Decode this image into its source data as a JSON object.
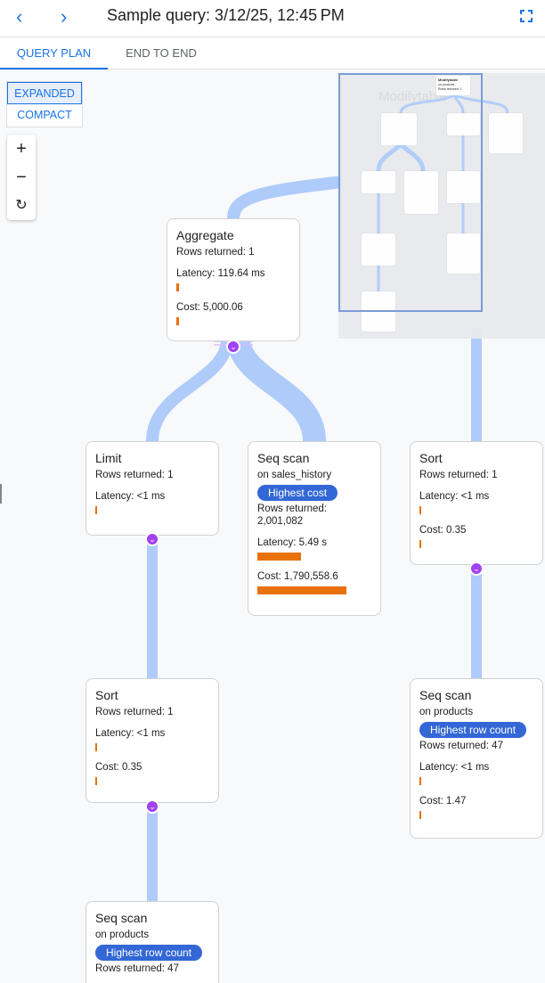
{
  "header": {
    "title": "Sample query: 3/12/25, 12:45 PM",
    "back_icon": "chevron-left-icon",
    "forward_icon": "chevron-right-icon",
    "fullscreen_icon": "fullscreen-icon"
  },
  "tabs": [
    {
      "label": "QUERY PLAN",
      "active": true
    },
    {
      "label": "END TO END",
      "active": false
    }
  ],
  "view_toggle": {
    "options": [
      "EXPANDED",
      "COMPACT"
    ],
    "selected": "EXPANDED"
  },
  "zoom_controls": {
    "zoom_in": "+",
    "zoom_out": "−",
    "reset": "↻"
  },
  "colors": {
    "accent": "#1a73e8",
    "badge": "#3367d6",
    "bar": "#e8710a",
    "edge": "#aecbfa",
    "expand": "#a142f4"
  },
  "nodes": {
    "aggregate": {
      "title": "Aggregate",
      "rows": "Rows returned: 1",
      "latency": "Latency: 119.64 ms",
      "latency_fraction": 0.03,
      "cost": "Cost: 5,000.06",
      "cost_fraction": 0.03
    },
    "limit": {
      "title": "Limit",
      "rows": "Rows returned: 1",
      "latency": "Latency: <1 ms",
      "latency_fraction": 0.02
    },
    "seq_sales": {
      "title": "Seq scan",
      "on": "on sales_history",
      "badge": "Highest cost",
      "rows_label": "Rows returned:",
      "rows_value": "2,001,082",
      "latency": "Latency: 5.49 s",
      "latency_fraction": 0.49,
      "cost": "Cost: 1,790,558.6",
      "cost_fraction": 1.0
    },
    "sort_right": {
      "title": "Sort",
      "rows": "Rows returned: 1",
      "latency": "Latency: <1 ms",
      "latency_fraction": 0.02,
      "cost": "Cost: 0.35",
      "cost_fraction": 0.02
    },
    "sort_left": {
      "title": "Sort",
      "rows": "Rows returned: 1",
      "latency": "Latency: <1 ms",
      "latency_fraction": 0.02,
      "cost": "Cost: 0.35",
      "cost_fraction": 0.02
    },
    "seq_products_right": {
      "title": "Seq scan",
      "on": "on products",
      "badge": "Highest row count",
      "rows": "Rows returned: 47",
      "latency": "Latency: <1 ms",
      "latency_fraction": 0.02,
      "cost": "Cost: 1.47",
      "cost_fraction": 0.02
    },
    "seq_products_bottom": {
      "title": "Seq scan",
      "on": "on products",
      "badge": "Highest row count",
      "rows": "Rows returned: 47"
    }
  },
  "minimap": {
    "root": {
      "title": "Modifytable",
      "on": "on products",
      "rows": "Rows returned: 1"
    },
    "ghost_text": "Modifytable"
  }
}
